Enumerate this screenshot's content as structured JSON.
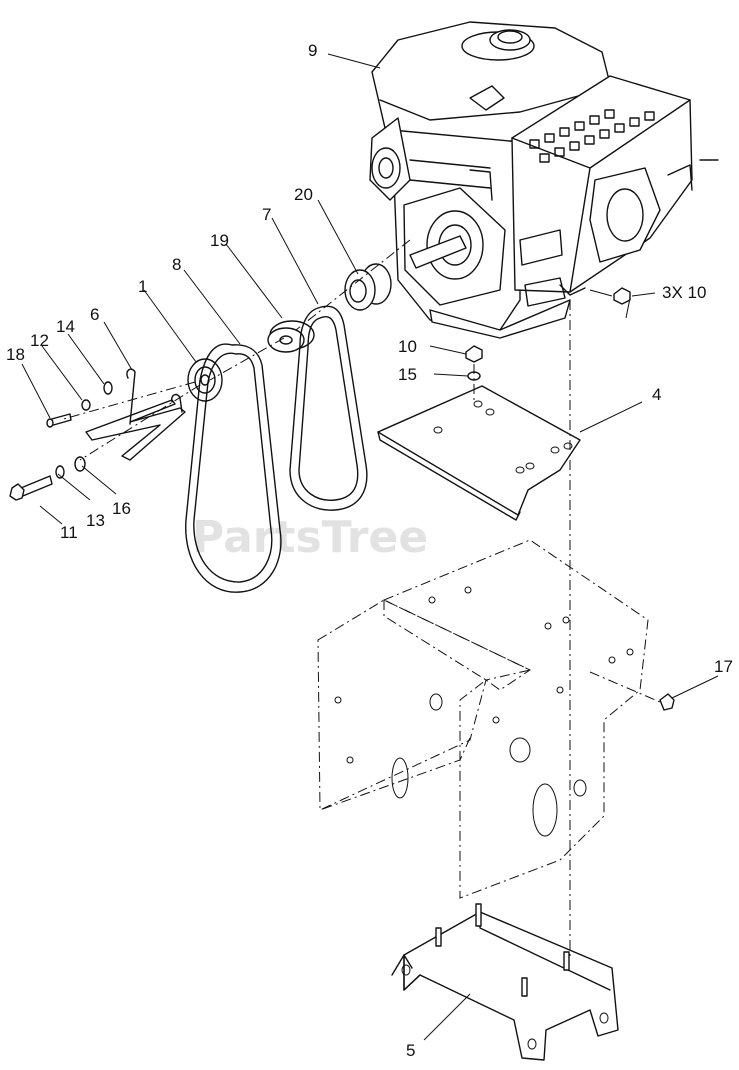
{
  "watermark": "PartsTree",
  "callouts": [
    {
      "id": "9",
      "text": "9"
    },
    {
      "id": "20",
      "text": "20"
    },
    {
      "id": "7",
      "text": "7"
    },
    {
      "id": "19",
      "text": "19"
    },
    {
      "id": "8",
      "text": "8"
    },
    {
      "id": "1",
      "text": "1"
    },
    {
      "id": "6",
      "text": "6"
    },
    {
      "id": "14",
      "text": "14"
    },
    {
      "id": "12",
      "text": "12"
    },
    {
      "id": "18",
      "text": "18"
    },
    {
      "id": "3x10",
      "text": "3X 10"
    },
    {
      "id": "10",
      "text": "10"
    },
    {
      "id": "15",
      "text": "15"
    },
    {
      "id": "4",
      "text": "4"
    },
    {
      "id": "11",
      "text": "11"
    },
    {
      "id": "13",
      "text": "13"
    },
    {
      "id": "16",
      "text": "16"
    },
    {
      "id": "17",
      "text": "17"
    },
    {
      "id": "5",
      "text": "5"
    }
  ]
}
